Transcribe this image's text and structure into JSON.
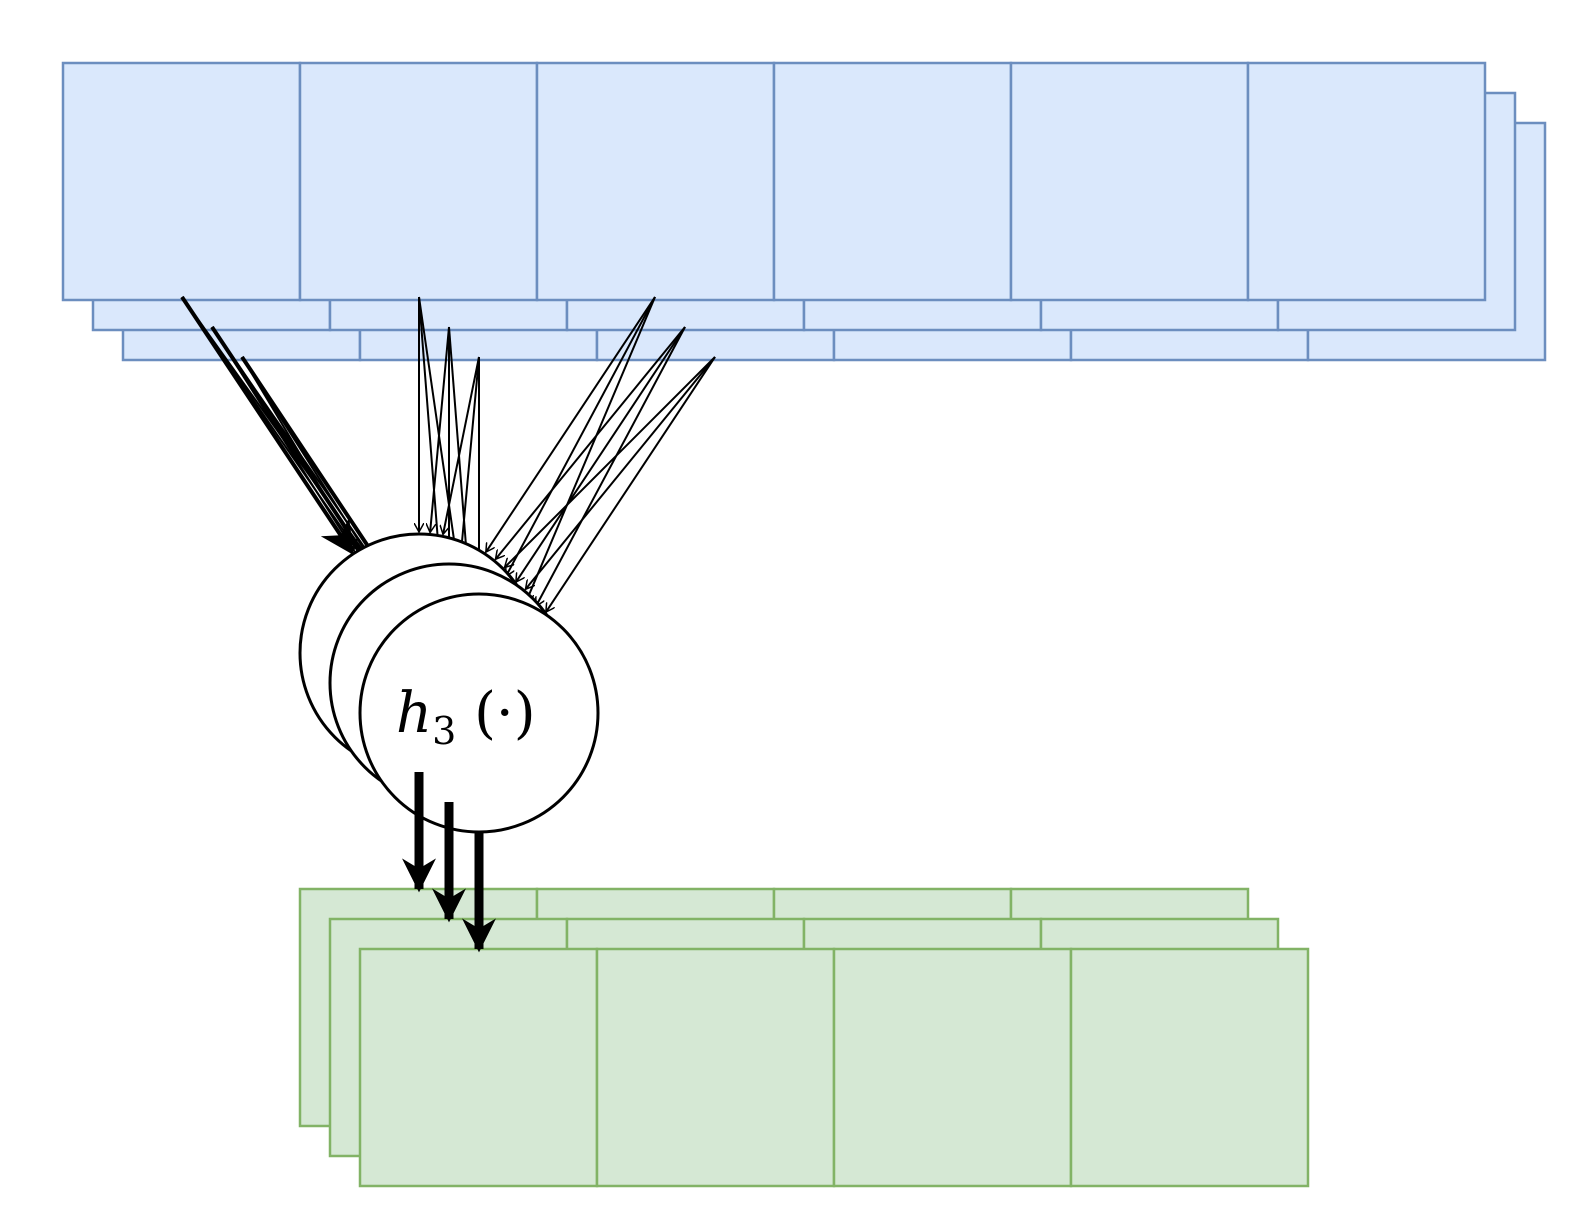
{
  "diagram": {
    "node_label": {
      "main": "h",
      "subscript": "3",
      "argument": " (·)"
    },
    "input_layer": {
      "cells_per_row": 6,
      "stack_depth": 3
    },
    "output_layer": {
      "cells_per_row": 4,
      "stack_depth": 3
    },
    "node_stack_depth": 3,
    "colors": {
      "input_fill": "#dae8fc",
      "input_stroke": "#6c8ebf",
      "output_fill": "#d5e8d4",
      "output_stroke": "#82b366",
      "node_fill": "#ffffff",
      "line": "#000000"
    }
  }
}
